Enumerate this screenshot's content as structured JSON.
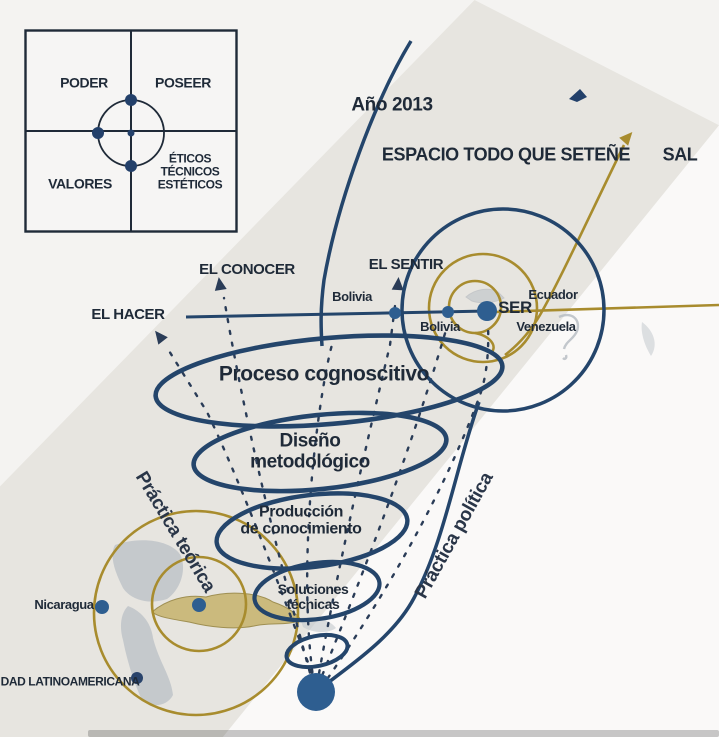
{
  "colors": {
    "ink": "#24456b",
    "text": "#1f2a38",
    "gold": "#a88c2e",
    "dot_blue": "#2e5e90",
    "paper": "#e7e5e0",
    "map_gray": "#b9bfc6",
    "cuba_tan": "#cbba7d"
  },
  "quadrant": {
    "top_left": "PODER",
    "top_right": "POSEER",
    "bottom_left": "VALORES",
    "bottom_right_lines": [
      "ÉTICOS",
      "TÉCNICOS",
      "ESTÉTICOS"
    ]
  },
  "header": {
    "year": "Año 2013",
    "espacio": "ESPACIO TODO QUE SETEÑE",
    "sal": "SAL"
  },
  "axes": {
    "hacer": "EL HACER",
    "conocer": "EL CONOCER",
    "sentir": "EL SENTIR"
  },
  "line_labels": {
    "bolivia_above": "Bolivia",
    "bolivia_below": "Bolivia",
    "ser": "SER",
    "ecuador": "Ecuador",
    "venezuela": "Venezuela"
  },
  "spiral": {
    "level1": "Proceso cognoscitivo",
    "level2_line1": "Diseño",
    "level2_line2": "metodológico",
    "level3_line1": "Producción",
    "level3_line2": "de conocimiento",
    "level4_line1": "Soluciones",
    "level4_line2": "técnicas"
  },
  "practices": {
    "teorica": "Práctica teórica",
    "politica": "Práctica política"
  },
  "left_map": {
    "nicaragua": "Nicaragua",
    "comunidad": "DAD LATINOAMERICANA"
  }
}
